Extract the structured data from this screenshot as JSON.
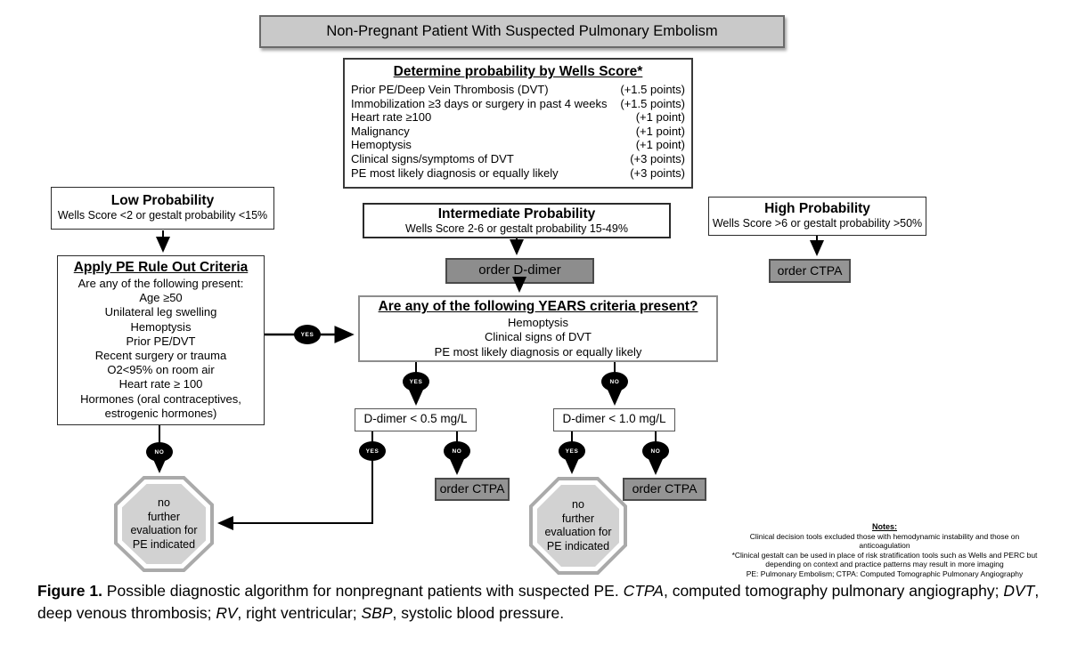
{
  "header": {
    "title": "Non-Pregnant Patient With Suspected Pulmonary Embolism"
  },
  "wells": {
    "title": "Determine probability by Wells Score*",
    "rows": [
      {
        "label": "Prior PE/Deep Vein Thrombosis (DVT)",
        "points": "(+1.5 points)"
      },
      {
        "label": "Immobilization ≥3 days or surgery in past 4 weeks",
        "points": "(+1.5 points)"
      },
      {
        "label": "Heart rate ≥100",
        "points": "(+1 point)"
      },
      {
        "label": "Malignancy",
        "points": "(+1 point)"
      },
      {
        "label": "Hemoptysis",
        "points": "(+1 point)"
      },
      {
        "label": "Clinical signs/symptoms of DVT",
        "points": "(+3 points)"
      },
      {
        "label": "PE most likely diagnosis or equally likely",
        "points": "(+3 points)"
      }
    ]
  },
  "low": {
    "title": "Low Probability",
    "subtitle": "Wells Score <2 or gestalt probability <15%"
  },
  "intermediate": {
    "title": "Intermediate Probability",
    "subtitle": "Wells Score 2-6 or gestalt probability 15-49%"
  },
  "high": {
    "title": "High Probability",
    "subtitle": "Wells Score >6 or gestalt probability >50%"
  },
  "perc": {
    "title": "Apply PE Rule Out Criteria",
    "question": "Are any of the following present:",
    "items": [
      "Age ≥50",
      "Unilateral leg swelling",
      "Hemoptysis",
      "Prior PE/DVT",
      "Recent surgery or trauma",
      "O2<95% on room air",
      "Heart rate ≥ 100",
      "Hormones (oral contraceptives, estrogenic hormones)"
    ]
  },
  "actions": {
    "order_ddimer": "order D-dimer",
    "order_ctpa": "order CTPA"
  },
  "years": {
    "title": "Are any of the following YEARS criteria present?",
    "items": [
      "Hemoptysis",
      "Clinical signs of DVT",
      "PE most likely diagnosis or equally likely"
    ]
  },
  "ddimer_low": "D-dimer < 0.5 mg/L",
  "ddimer_high": "D-dimer < 1.0 mg/L",
  "stop": "no\nfurther\nevaluation for\nPE indicated",
  "badges": {
    "yes": "YES",
    "no": "NO"
  },
  "notes": {
    "title": "Notes:",
    "lines": [
      "Clinical decision tools excluded those with hemodynamic instability and those on anticoagulation",
      "*Clinical gestalt can be used in place of risk stratification tools such as Wells and PERC but depending on context and practice patterns may result in more imaging",
      "PE: Pulmonary Embolism; CTPA: Computed Tomographic Pulmonary Angiography"
    ]
  },
  "caption": {
    "figure_label": "Figure 1.",
    "part1": "  Possible diagnostic algorithm for nonpregnant patients with suspected PE. ",
    "abbr1": "CTPA",
    "part2": ", computed tomography pulmonary angiography; ",
    "abbr2": "DVT",
    "part3": ", deep venous thrombosis; ",
    "abbr3": "RV",
    "part4": ", right ventricular; ",
    "abbr4": "SBP",
    "part5": ", systolic blood pressure."
  }
}
